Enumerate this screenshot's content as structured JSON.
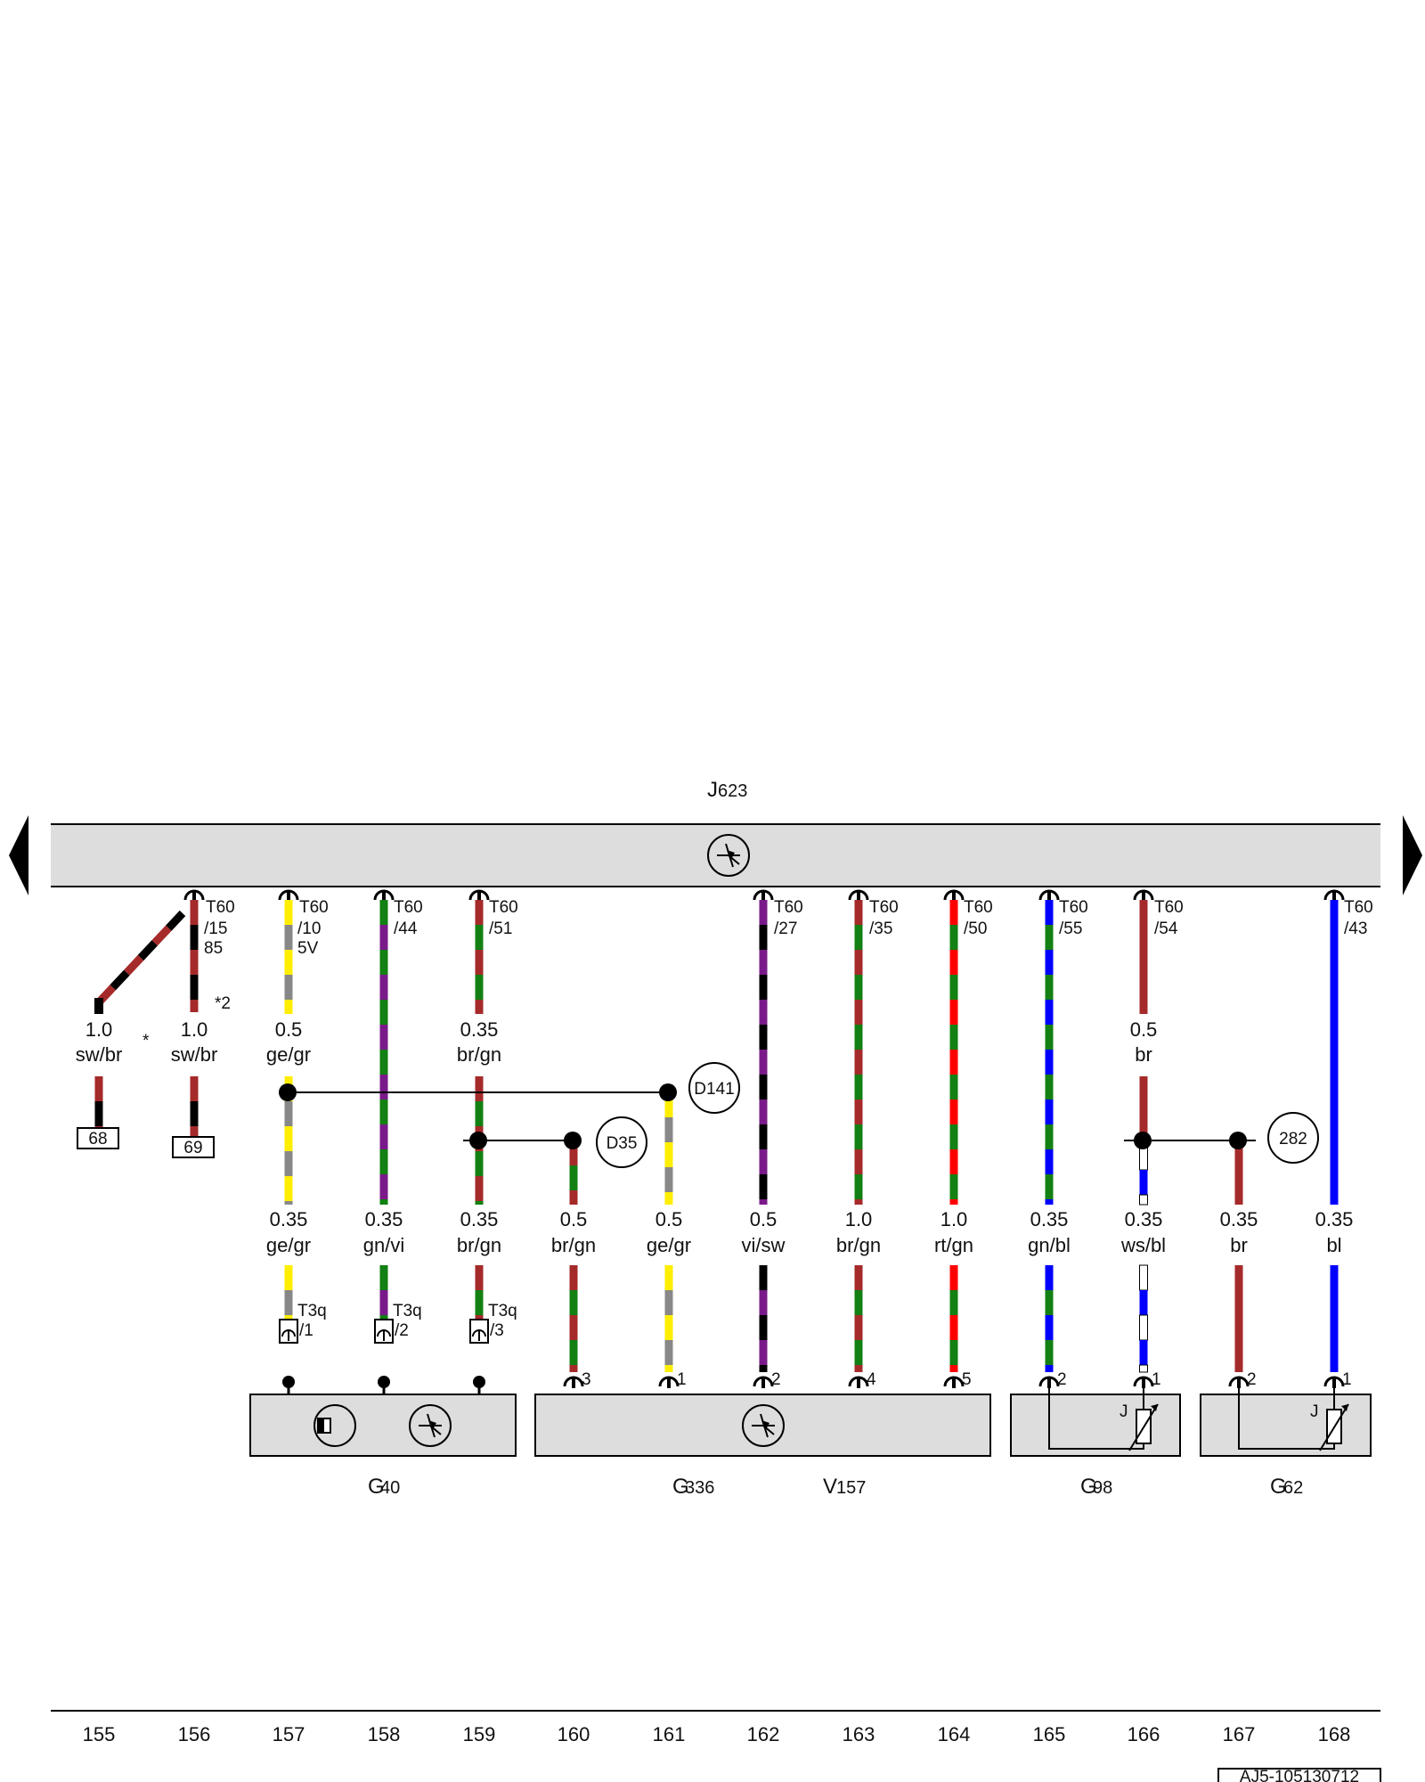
{
  "control_unit": {
    "letter": "J",
    "number": "623"
  },
  "colors": {
    "sw": "#000000",
    "br": "#a52a2a",
    "ge": "#ffee00",
    "gr": "#888888",
    "gn": "#128012",
    "vi": "#7a1a8a",
    "rt": "#ff0000",
    "bl": "#0000ff",
    "ws": "#ffffff",
    "box": "#dddddd"
  },
  "top_pins": [
    {
      "conn": "T60",
      "pin": "/15",
      "extra": "85"
    },
    {
      "conn": "T60",
      "pin": "/10",
      "extra": "5V"
    },
    {
      "conn": "T60",
      "pin": "/44",
      "extra": ""
    },
    {
      "conn": "T60",
      "pin": "/51",
      "extra": ""
    },
    {
      "conn": "T60",
      "pin": "/27",
      "extra": ""
    },
    {
      "conn": "T60",
      "pin": "/35",
      "extra": ""
    },
    {
      "conn": "T60",
      "pin": "/50",
      "extra": ""
    },
    {
      "conn": "T60",
      "pin": "/55",
      "extra": ""
    },
    {
      "conn": "T60",
      "pin": "/54",
      "extra": ""
    },
    {
      "conn": "T60",
      "pin": "/43",
      "extra": ""
    }
  ],
  "footnote_star2": "*2",
  "footnote_star": "*",
  "upper_wires": [
    {
      "size": "1.0",
      "color": "sw/br"
    },
    {
      "size": "1.0",
      "color": "sw/br"
    },
    {
      "size": "0.5",
      "color": "ge/gr"
    },
    {
      "size": "0.35",
      "color": "br/gn"
    },
    {
      "size": "0.5",
      "color": "br"
    }
  ],
  "lower_wires": [
    {
      "size": "0.35",
      "color": "ge/gr"
    },
    {
      "size": "0.35",
      "color": "gn/vi"
    },
    {
      "size": "0.35",
      "color": "br/gn"
    },
    {
      "size": "0.5",
      "color": "br/gn"
    },
    {
      "size": "0.5",
      "color": "ge/gr"
    },
    {
      "size": "0.5",
      "color": "vi/sw"
    },
    {
      "size": "1.0",
      "color": "br/gn"
    },
    {
      "size": "1.0",
      "color": "rt/gn"
    },
    {
      "size": "0.35",
      "color": "gn/bl"
    },
    {
      "size": "0.35",
      "color": "ws/bl"
    },
    {
      "size": "0.35",
      "color": "br"
    },
    {
      "size": "0.35",
      "color": "bl"
    }
  ],
  "continuations": [
    "68",
    "69"
  ],
  "junction_refs": [
    "D141",
    "D35",
    "282"
  ],
  "t3q": {
    "conn": "T3q",
    "pins": [
      "/1",
      "/2",
      "/3"
    ]
  },
  "bottom_pins": [
    "3",
    "1",
    "2",
    "4",
    "5",
    "2",
    "1",
    "2",
    "1"
  ],
  "sensor_letters": [
    "J",
    "J"
  ],
  "components": [
    {
      "letter": "G",
      "number": "40"
    },
    {
      "letter": "G",
      "number": "336"
    },
    {
      "letter": "V",
      "number": "157"
    },
    {
      "letter": "G",
      "number": "98"
    },
    {
      "letter": "G",
      "number": "62"
    }
  ],
  "column_numbers": [
    "155",
    "156",
    "157",
    "158",
    "159",
    "160",
    "161",
    "162",
    "163",
    "164",
    "165",
    "166",
    "167",
    "168"
  ],
  "diagram_code": "AJ5-105130712"
}
